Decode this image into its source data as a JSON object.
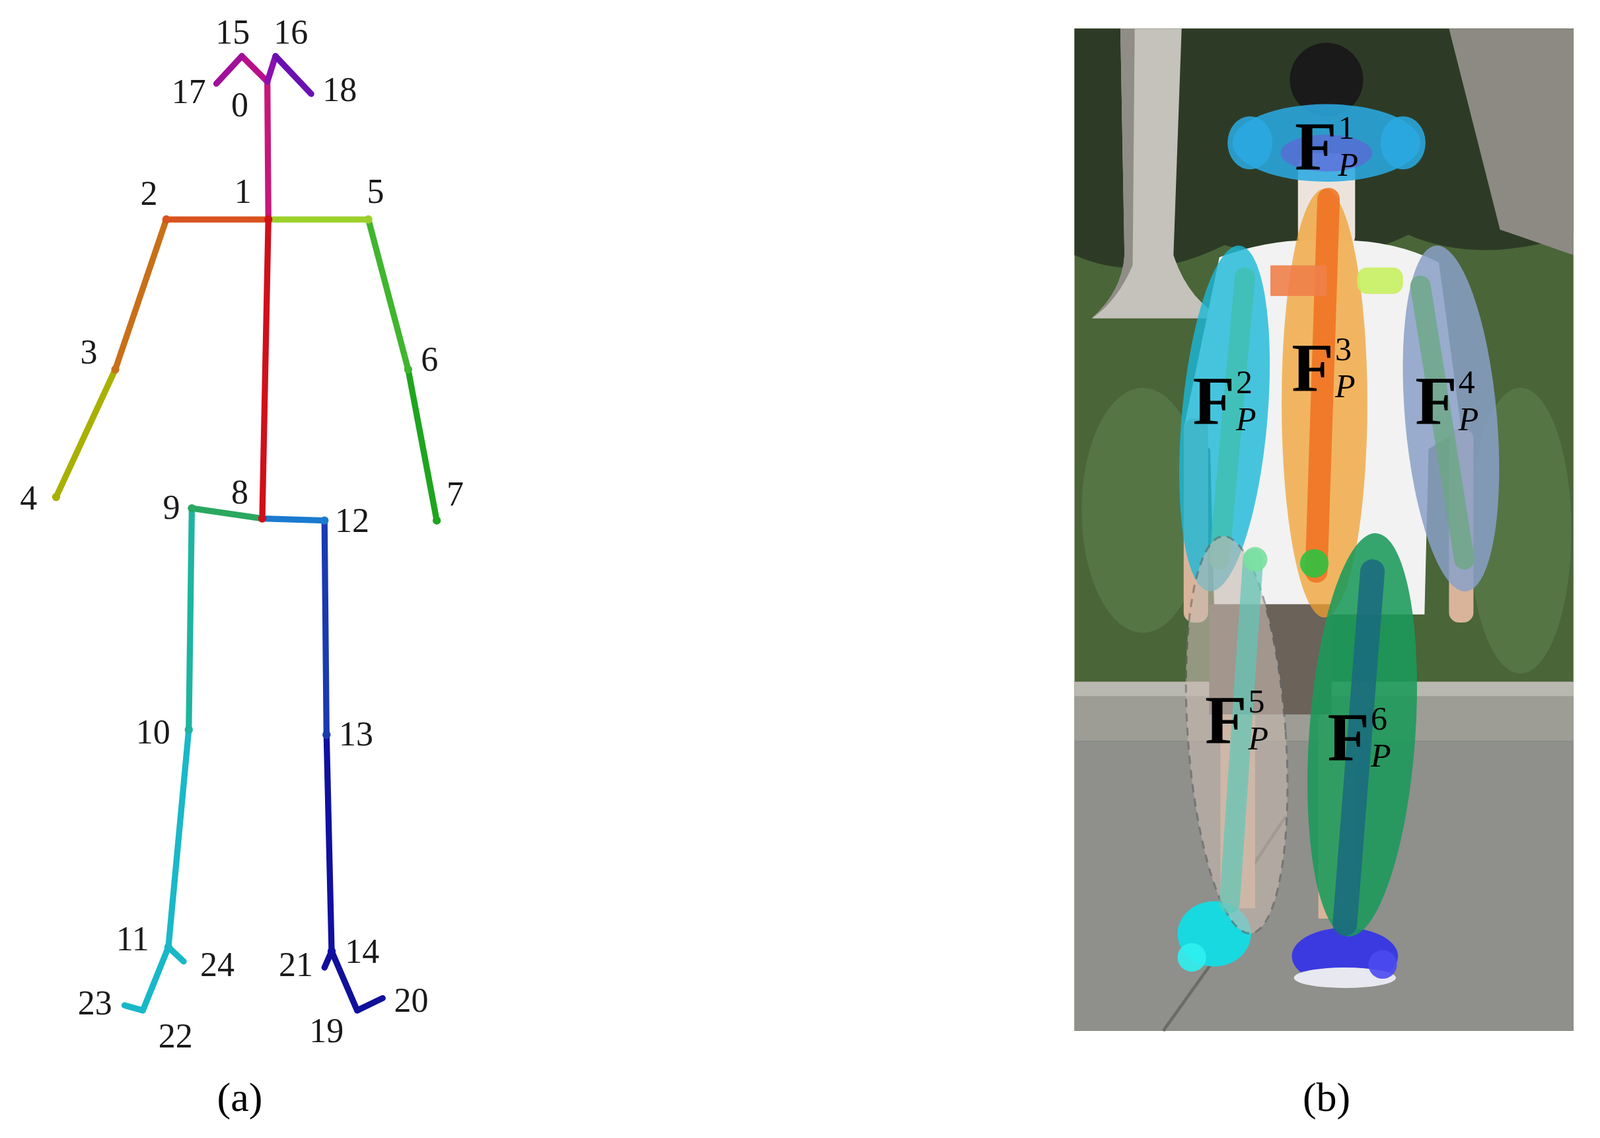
{
  "diagram": {
    "labels": [
      "0",
      "1",
      "2",
      "3",
      "4",
      "5",
      "6",
      "7",
      "8",
      "9",
      "10",
      "11",
      "12",
      "13",
      "14",
      "15",
      "16",
      "17",
      "18",
      "19",
      "20",
      "21",
      "22",
      "23",
      "24",
      "F",
      "1",
      "P",
      "F",
      "2",
      "P",
      "F",
      "3",
      "P",
      "F",
      "4",
      "P",
      "F",
      "5",
      "P",
      "F",
      "6",
      "P",
      "(a)",
      "(b)"
    ]
  }
}
